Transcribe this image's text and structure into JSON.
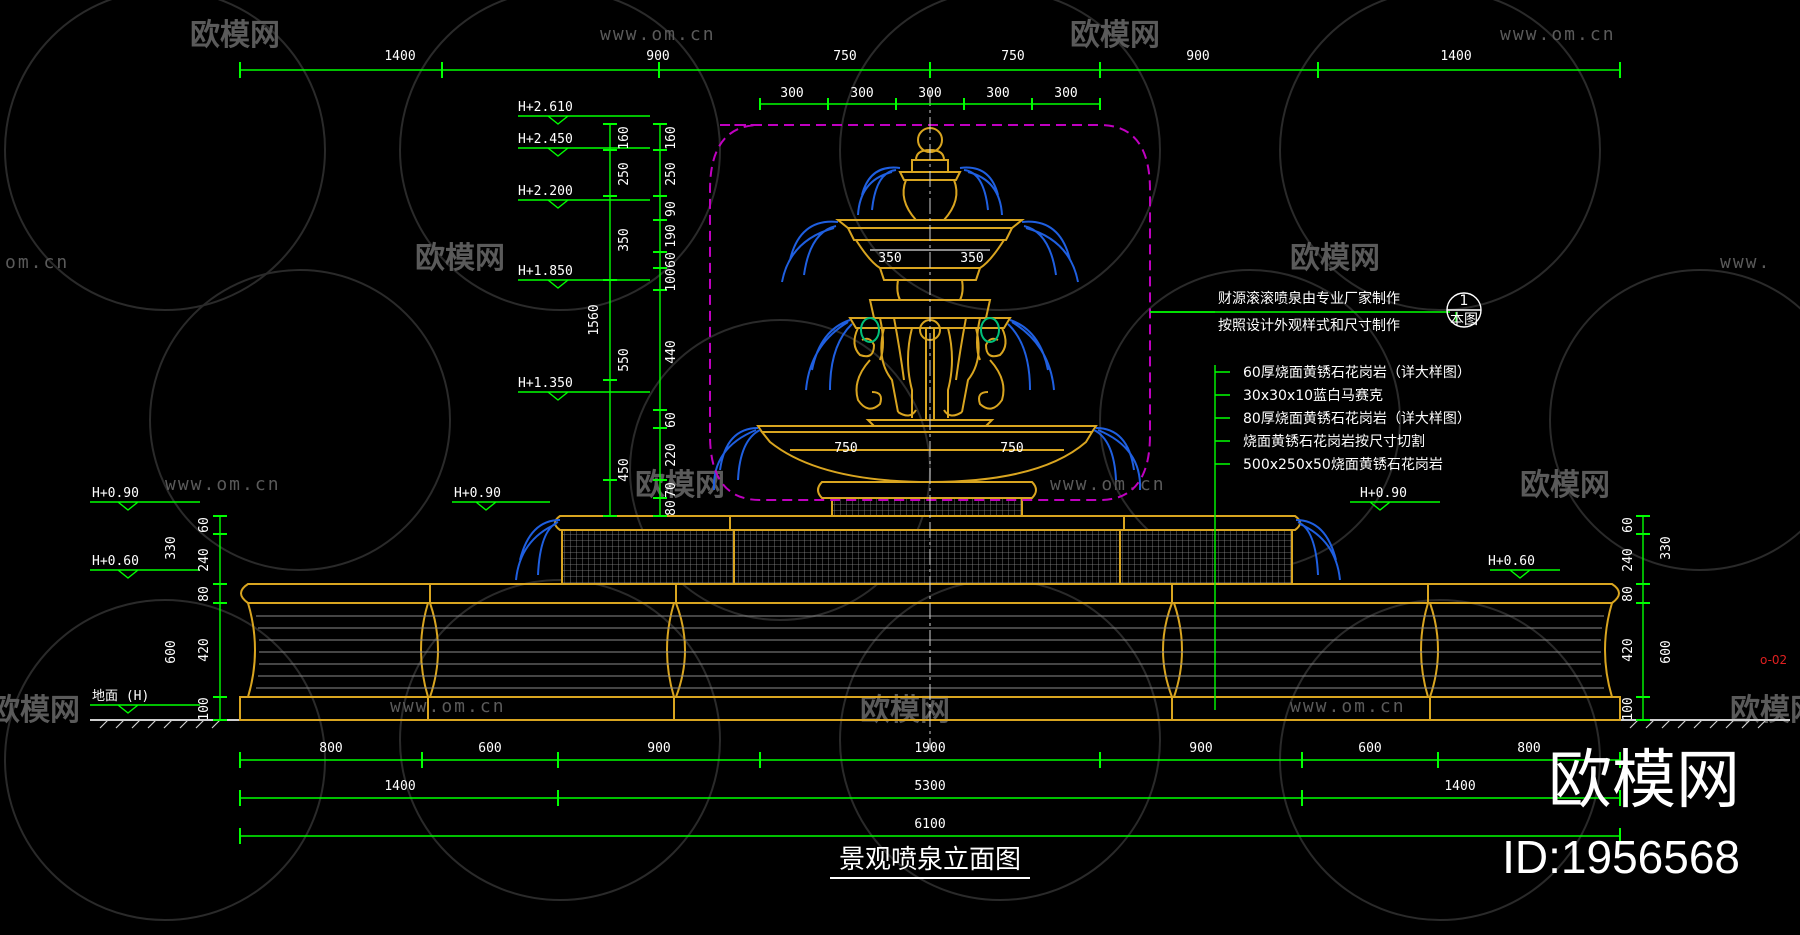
{
  "title": "景观喷泉立面图",
  "brand": {
    "name": "欧模网",
    "id": "ID:1956568"
  },
  "watermark": {
    "name": "欧模网",
    "url": "www.om.cn",
    "url_short": "om.cn",
    "url_start": "www."
  },
  "dims": {
    "top_row": [
      "1400",
      "900",
      "750",
      "750",
      "900",
      "1400"
    ],
    "top_small": [
      "300",
      "300",
      "300",
      "300",
      "300"
    ],
    "inner_upper": [
      "350",
      "350"
    ],
    "inner_lower": [
      "750",
      "750"
    ],
    "bottom_row1": [
      "800",
      "600",
      "900",
      "1900",
      "900",
      "600",
      "800"
    ],
    "bottom_row2": [
      "1400",
      "5300",
      "1400"
    ],
    "bottom_total": "6100",
    "left_chain_a": [
      "160",
      "250",
      "350",
      "550",
      "450"
    ],
    "left_chain_b": [
      "160",
      "250",
      "90",
      "190",
      "60",
      "100",
      "440",
      "60",
      "220",
      "70",
      "80"
    ],
    "left_total": "1560",
    "side_left": [
      "330",
      "600"
    ],
    "side_left_b": [
      "60",
      "240",
      "80",
      "420",
      "100"
    ],
    "side_right": [
      "330",
      "600"
    ],
    "side_right_b": [
      "60",
      "240",
      "80",
      "420",
      "100"
    ]
  },
  "levels": {
    "h2610": "H+2.610",
    "h2450": "H+2.450",
    "h2200": "H+2.200",
    "h1850": "H+1.850",
    "h1350": "H+1.350",
    "h090": "H+0.90",
    "h060": "H+0.60",
    "ground": "地面 (H)"
  },
  "notes": {
    "callout1": "财源滚滚喷泉由专业厂家制作",
    "callout2": "按照设计外观样式和尺寸制作",
    "ref_num": "1",
    "ref_sheet": "本图",
    "mat1": "60厚烧面黄锈石花岗岩（详大样图）",
    "mat2": "30x30x10蓝白马赛克",
    "mat3": "80厚烧面黄锈石花岗岩（详大样图）",
    "mat4": "烧面黄锈石花岗岩按尺寸切割",
    "mat5": "500x250x50烧面黄锈石花岗岩"
  },
  "edge_mark": "o-02",
  "colors": {
    "dim": "#00ff00",
    "gold": "#d9a520",
    "water": "#1f5fe0",
    "cyan": "#00e5e5",
    "magenta": "#c000c0"
  }
}
